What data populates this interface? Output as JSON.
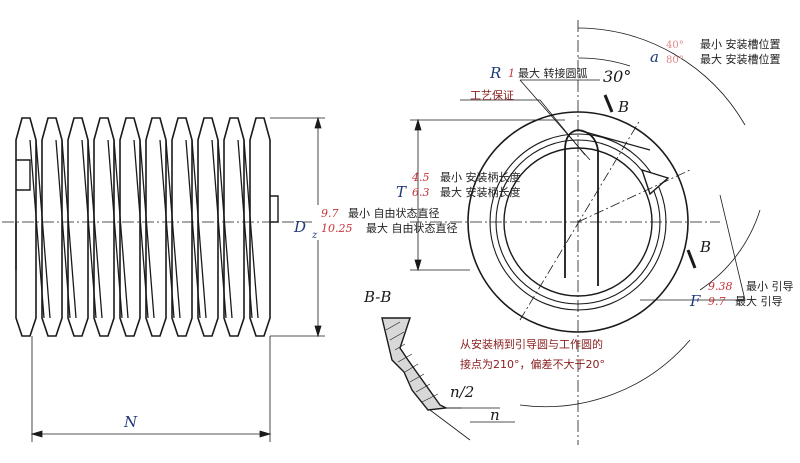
{
  "labels": {
    "D": "D",
    "z": "z",
    "N": "N",
    "R": "R",
    "T": "T",
    "a": "a",
    "F": "F",
    "B1": "B",
    "B2": "B",
    "section": "B-B",
    "half_n": "n/2",
    "n": "n",
    "angle": "30°"
  },
  "annotations": {
    "r_val": "1",
    "r_text": "最大 转接圆弧",
    "process": "工艺保证",
    "t_min_val": "4.5",
    "t_min_text": "最小 安装柄长度",
    "t_max_val": "6.3",
    "t_max_text": "最大 安装柄长度",
    "d_min_val": "9.7",
    "d_min_text": "最小 自由状态直径",
    "d_max_val": "10.25",
    "d_max_text": "最大 自由状态直径",
    "a_min_val": "40°",
    "a_min_text": "最小 安装槽位置",
    "a_max_val": "80°",
    "a_max_text": "最大 安装槽位置",
    "f_min_val": "9.38",
    "f_min_text": "最小 引导",
    "f_max_val": "9.7",
    "f_max_text": "最大 引导",
    "note_line1": "从安装柄到引导圆与工作圆的",
    "note_line2": "接点为210°，偏差不大于20°"
  },
  "colors": {
    "ink": "#1a1a1a",
    "label_blue": "#1f3a78",
    "value_red": "#c8343c",
    "value_pink": "#e08888",
    "text": "#222222"
  }
}
